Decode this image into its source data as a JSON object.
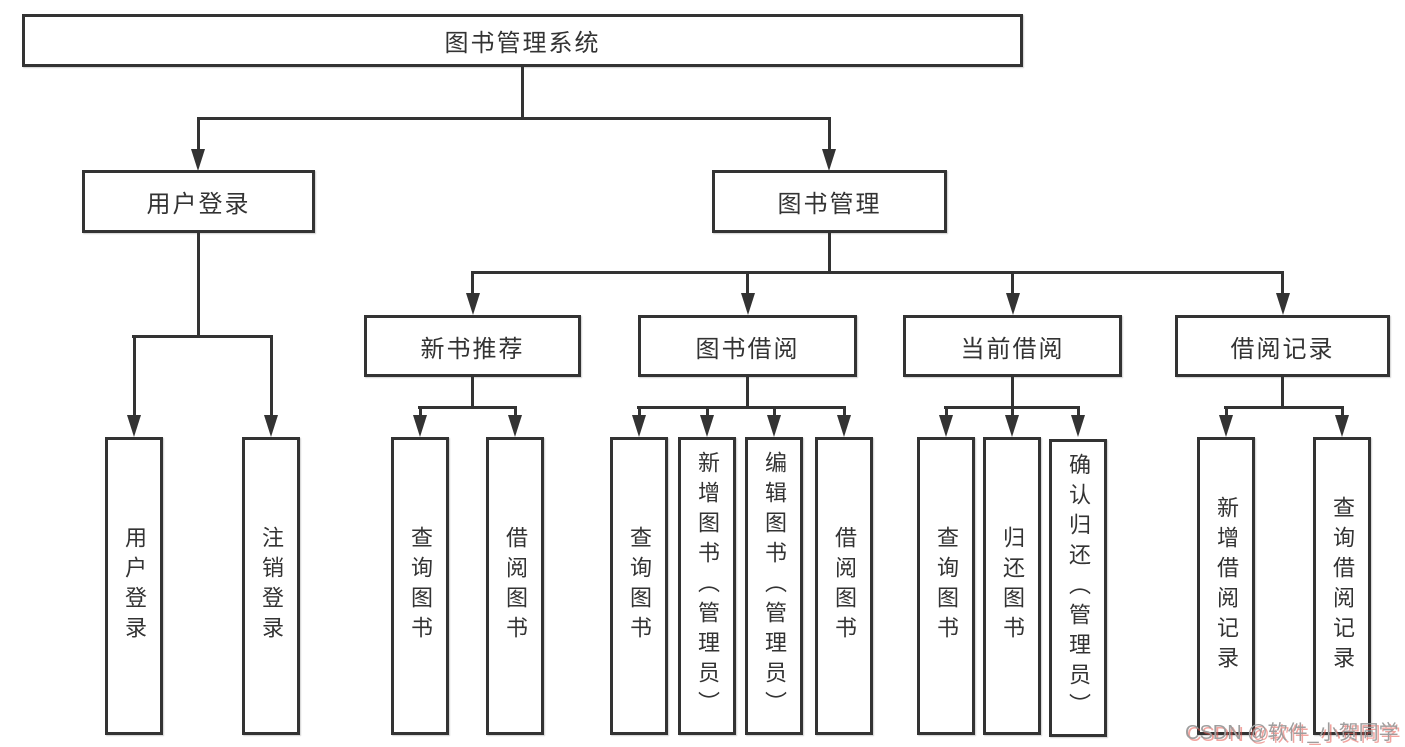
{
  "tree": {
    "label": "图书管理系统",
    "children": [
      {
        "label": "用户登录",
        "children": [
          {
            "label": "用户登录"
          },
          {
            "label": "注销登录"
          }
        ]
      },
      {
        "label": "图书管理",
        "children": [
          {
            "label": "新书推荐",
            "children": [
              {
                "label": "查询图书"
              },
              {
                "label": "借阅图书"
              }
            ]
          },
          {
            "label": "图书借阅",
            "children": [
              {
                "label": "查询图书"
              },
              {
                "label": "新增图书（管理员）"
              },
              {
                "label": "编辑图书（管理员）"
              },
              {
                "label": "借阅图书"
              }
            ]
          },
          {
            "label": "当前借阅",
            "children": [
              {
                "label": "查询图书"
              },
              {
                "label": "归还图书"
              },
              {
                "label": "确认归还（管理员）"
              }
            ]
          },
          {
            "label": "借阅记录",
            "children": [
              {
                "label": "新增借阅记录"
              },
              {
                "label": "查询借阅记录"
              }
            ]
          }
        ]
      }
    ]
  },
  "watermark": {
    "text": "CSDN @软件_小贺同学"
  },
  "colors": {
    "line": "#333333",
    "node_border": "#333333",
    "node_text": "#333333",
    "background": "#ffffff",
    "watermark_gray": "#9e9e9e",
    "watermark_red": "#e65a50"
  }
}
